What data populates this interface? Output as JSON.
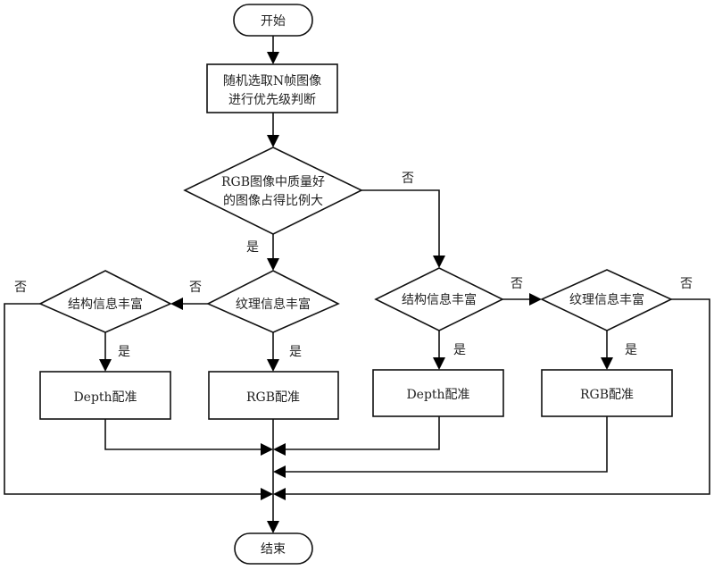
{
  "diagram": {
    "type": "flowchart",
    "nodes": {
      "start": {
        "label": "开始",
        "shape": "terminal"
      },
      "select": {
        "lines": [
          "随机选取N帧图像",
          "进行优先级判断"
        ],
        "shape": "process"
      },
      "rgb_quality": {
        "lines": [
          "RGB图像中质量好",
          "的图像占得比例大"
        ],
        "shape": "decision"
      },
      "left_texture": {
        "label": "纹理信息丰富",
        "shape": "decision"
      },
      "left_structure": {
        "label": "结构信息丰富",
        "shape": "decision"
      },
      "right_structure": {
        "label": "结构信息丰富",
        "shape": "decision"
      },
      "right_texture": {
        "label": "纹理信息丰富",
        "shape": "decision"
      },
      "left_depth": {
        "label": "Depth配准",
        "shape": "process"
      },
      "left_rgb": {
        "label": "RGB配准",
        "shape": "process"
      },
      "right_depth": {
        "label": "Depth配准",
        "shape": "process"
      },
      "right_rgb": {
        "label": "RGB配准",
        "shape": "process"
      },
      "end": {
        "label": "结束",
        "shape": "terminal"
      }
    },
    "edge_labels": {
      "yes": "是",
      "no": "否"
    },
    "edges": [
      {
        "from": "start",
        "to": "select"
      },
      {
        "from": "select",
        "to": "rgb_quality"
      },
      {
        "from": "rgb_quality",
        "to": "left_texture",
        "label": "是"
      },
      {
        "from": "rgb_quality",
        "to": "right_structure",
        "label": "否"
      },
      {
        "from": "left_texture",
        "to": "left_rgb",
        "label": "是"
      },
      {
        "from": "left_texture",
        "to": "left_structure",
        "label": "否"
      },
      {
        "from": "left_structure",
        "to": "left_depth",
        "label": "是"
      },
      {
        "from": "left_structure",
        "to": "end",
        "label": "否"
      },
      {
        "from": "right_structure",
        "to": "right_depth",
        "label": "是"
      },
      {
        "from": "right_structure",
        "to": "right_texture",
        "label": "否"
      },
      {
        "from": "right_texture",
        "to": "right_rgb",
        "label": "是"
      },
      {
        "from": "right_texture",
        "to": "end",
        "label": "否"
      },
      {
        "from": "left_depth",
        "to": "end"
      },
      {
        "from": "left_rgb",
        "to": "end"
      },
      {
        "from": "right_depth",
        "to": "end"
      },
      {
        "from": "right_rgb",
        "to": "end"
      }
    ]
  }
}
